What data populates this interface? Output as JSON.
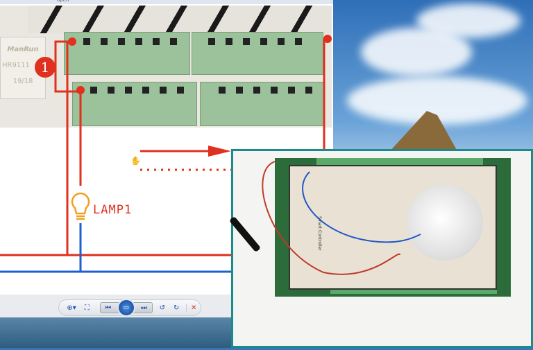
{
  "viewer": {
    "title_text": "open"
  },
  "diagram": {
    "module_brand": "ManRun",
    "module_model": "HR9111",
    "module_date": "19/18",
    "callout_number": "1",
    "lamp_label": "LAMP1"
  },
  "toolbar": {
    "zoom": "⊕▾",
    "fit": "⛶",
    "previous": "⏮",
    "slideshow": "▭",
    "next": "⏭",
    "rotate_ccw": "↺",
    "rotate_cw": "↻",
    "delete": "✕"
  },
  "photo": {
    "board_label": "Smart Controller"
  },
  "colors": {
    "wire_red": "#e0301e",
    "wire_blue": "#1c5fd0",
    "frame": "#1a8a8a"
  }
}
